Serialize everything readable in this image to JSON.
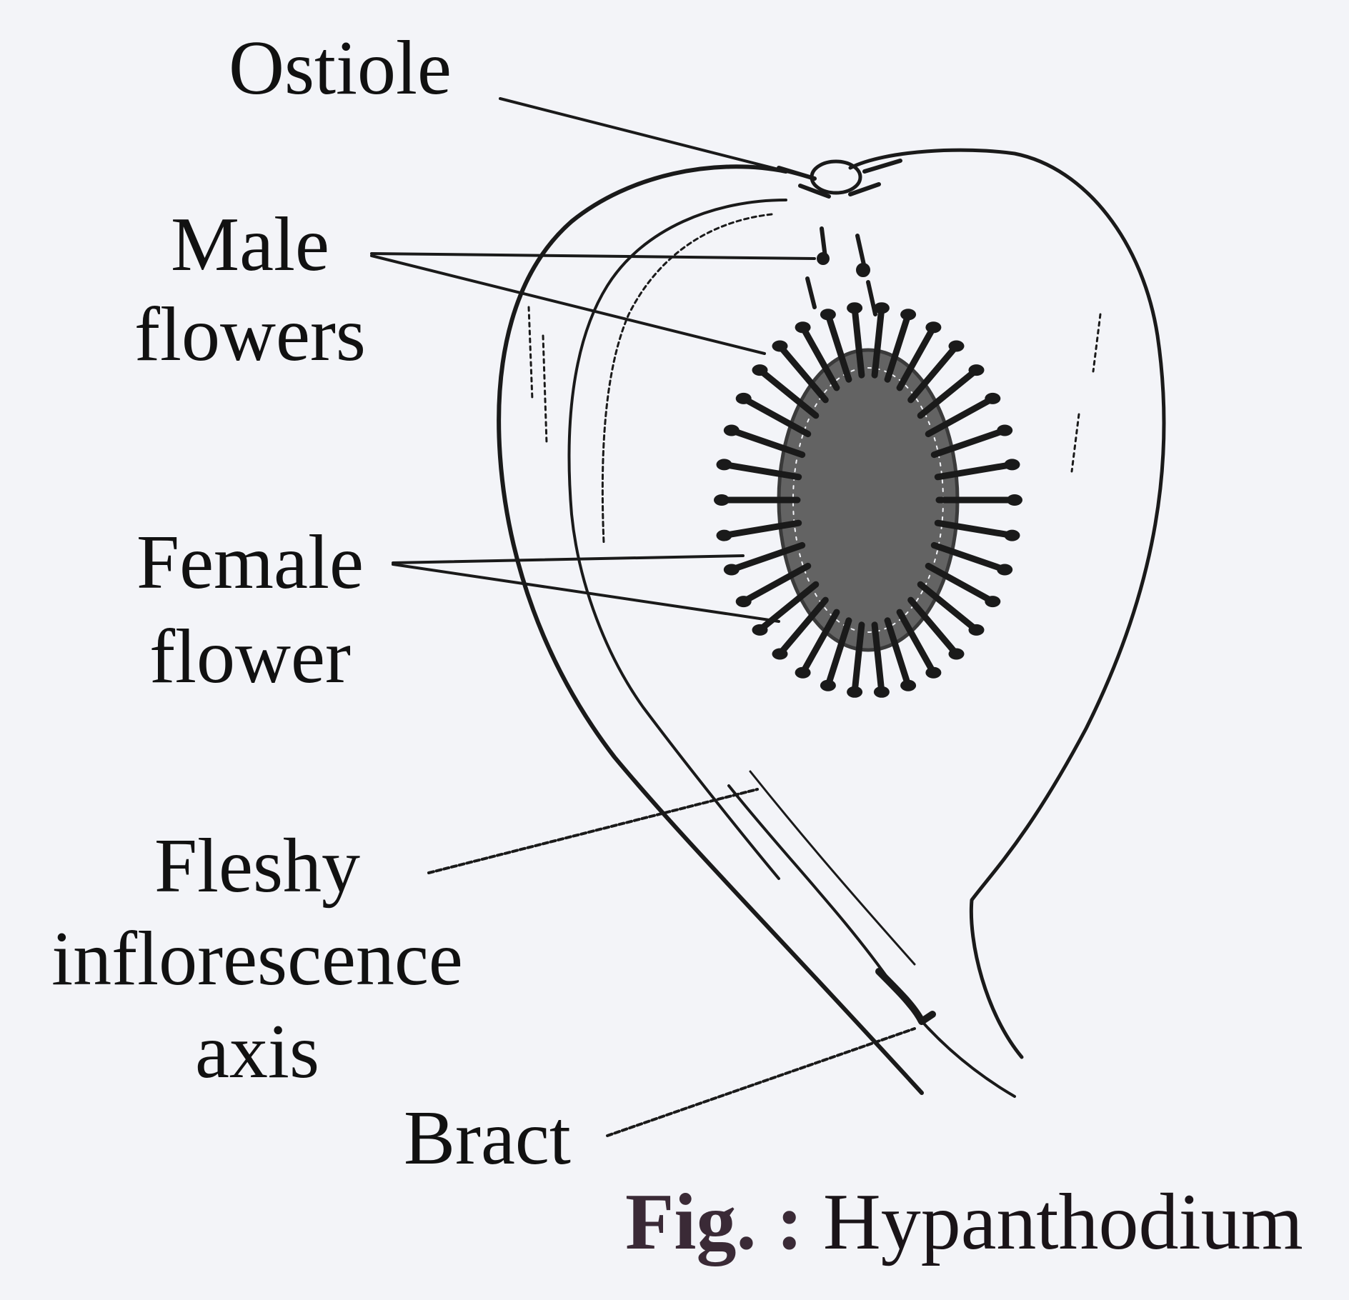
{
  "labels": {
    "ostiole": "Ostiole",
    "male_line1": "Male",
    "male_line2": "flowers",
    "female_line1": "Female",
    "female_line2": "flower",
    "fleshy_line1": "Fleshy",
    "fleshy_line2": "inflorescence",
    "fleshy_line3": "axis",
    "bract": "Bract"
  },
  "caption": {
    "prefix": "Fig. :",
    "title": "Hypanthodium"
  },
  "colors": {
    "ink": "#1a1a1a",
    "background": "#f3f4f8",
    "caption_prefix": "#3a2a36"
  }
}
